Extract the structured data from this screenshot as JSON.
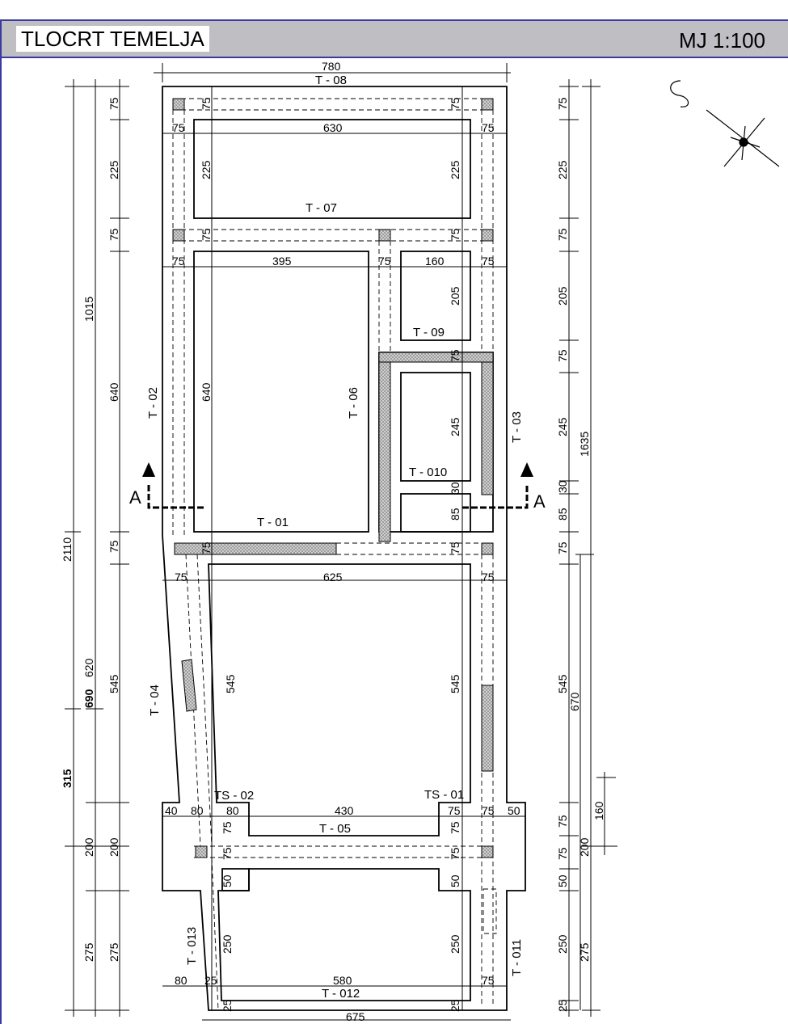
{
  "header": {
    "title": "TLOCRT TEMELJA",
    "scale": "MJ 1:100"
  },
  "labels": {
    "t08": "T - 08",
    "t07": "T - 07",
    "t09": "T - 09",
    "t06": "T - 06",
    "t02": "T - 02",
    "t03": "T - 03",
    "t010": "T - 010",
    "t01": "T - 01",
    "t04": "T - 04",
    "t05": "T - 05",
    "ts02": "TS - 02",
    "ts01": "TS - 01",
    "t013": "T - 013",
    "t011": "T - 011",
    "t012": "T - 012",
    "section_a": "A"
  },
  "dims": {
    "top_overall": "780",
    "bottom_overall": "675",
    "l1_total": "2110",
    "l2_a": "1015",
    "l2_b": "620",
    "l2_c": "690",
    "l2_d": "315",
    "l2_e": "200",
    "l2_f": "275",
    "l3": [
      "75",
      "225",
      "75",
      "640",
      "75",
      "545",
      "200",
      "275"
    ],
    "r1": [
      "75",
      "225",
      "75",
      "205",
      "75",
      "245",
      "30",
      "85",
      "75",
      "545",
      "75",
      "75",
      "50",
      "250",
      "25"
    ],
    "r2_a": "1635",
    "r2_b": "670",
    "r2_c": "160",
    "r2_d": "200",
    "r2_e": "275",
    "in_630": "630",
    "in_395": "395",
    "in_160": "160",
    "in_625": "625",
    "in_430": "430",
    "in_580": "580",
    "in_75": "75",
    "in_225": "225",
    "in_205": "205",
    "in_640": "640",
    "in_245": "245",
    "in_30": "30",
    "in_85": "85",
    "in_545": "545",
    "in_40": "40",
    "in_80": "80",
    "in_50": "50",
    "in_250": "250",
    "in_25": "25"
  },
  "colors": {
    "header_bg": "#bfbfc3",
    "header_border": "#3a3aa0",
    "hatch": "#9a9a9a"
  }
}
